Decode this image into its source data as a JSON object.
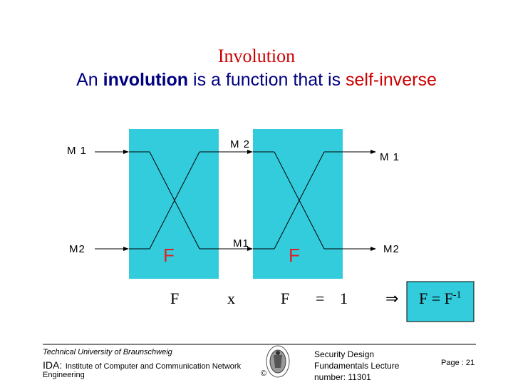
{
  "slide": {
    "title": "Involution",
    "subtitle_pre": "An ",
    "subtitle_bold": "involution",
    "subtitle_mid": " is a function that is ",
    "subtitle_red": "self-inverse"
  },
  "diagram": {
    "in_top": "M 1",
    "in_bottom": "M2",
    "mid_top": "M 2",
    "mid_bottom": "M1",
    "out_top": "M 1",
    "out_bottom": "M2",
    "box1_label": "F",
    "box2_label": "F"
  },
  "equation": {
    "f1": "F",
    "times": "x",
    "f2": "F",
    "equals": "=",
    "one": "1",
    "implies": "⇒",
    "result": "F = F",
    "exponent": "-1"
  },
  "footer": {
    "university": "Technical University of Braunschweig",
    "ida": "IDA:",
    "institute": "Institute of Computer and Communication Network",
    "engineering": "Engineering",
    "copyright": "©",
    "course_line1": "Security Design",
    "course_line2": "Fundamentals Lecture",
    "course_line3": "number: 11301",
    "page": "Page : 21"
  },
  "colors": {
    "box": "#33ccdd",
    "title_red": "#cc0000",
    "title_blue": "#000080",
    "letter_F": "#e02020"
  }
}
